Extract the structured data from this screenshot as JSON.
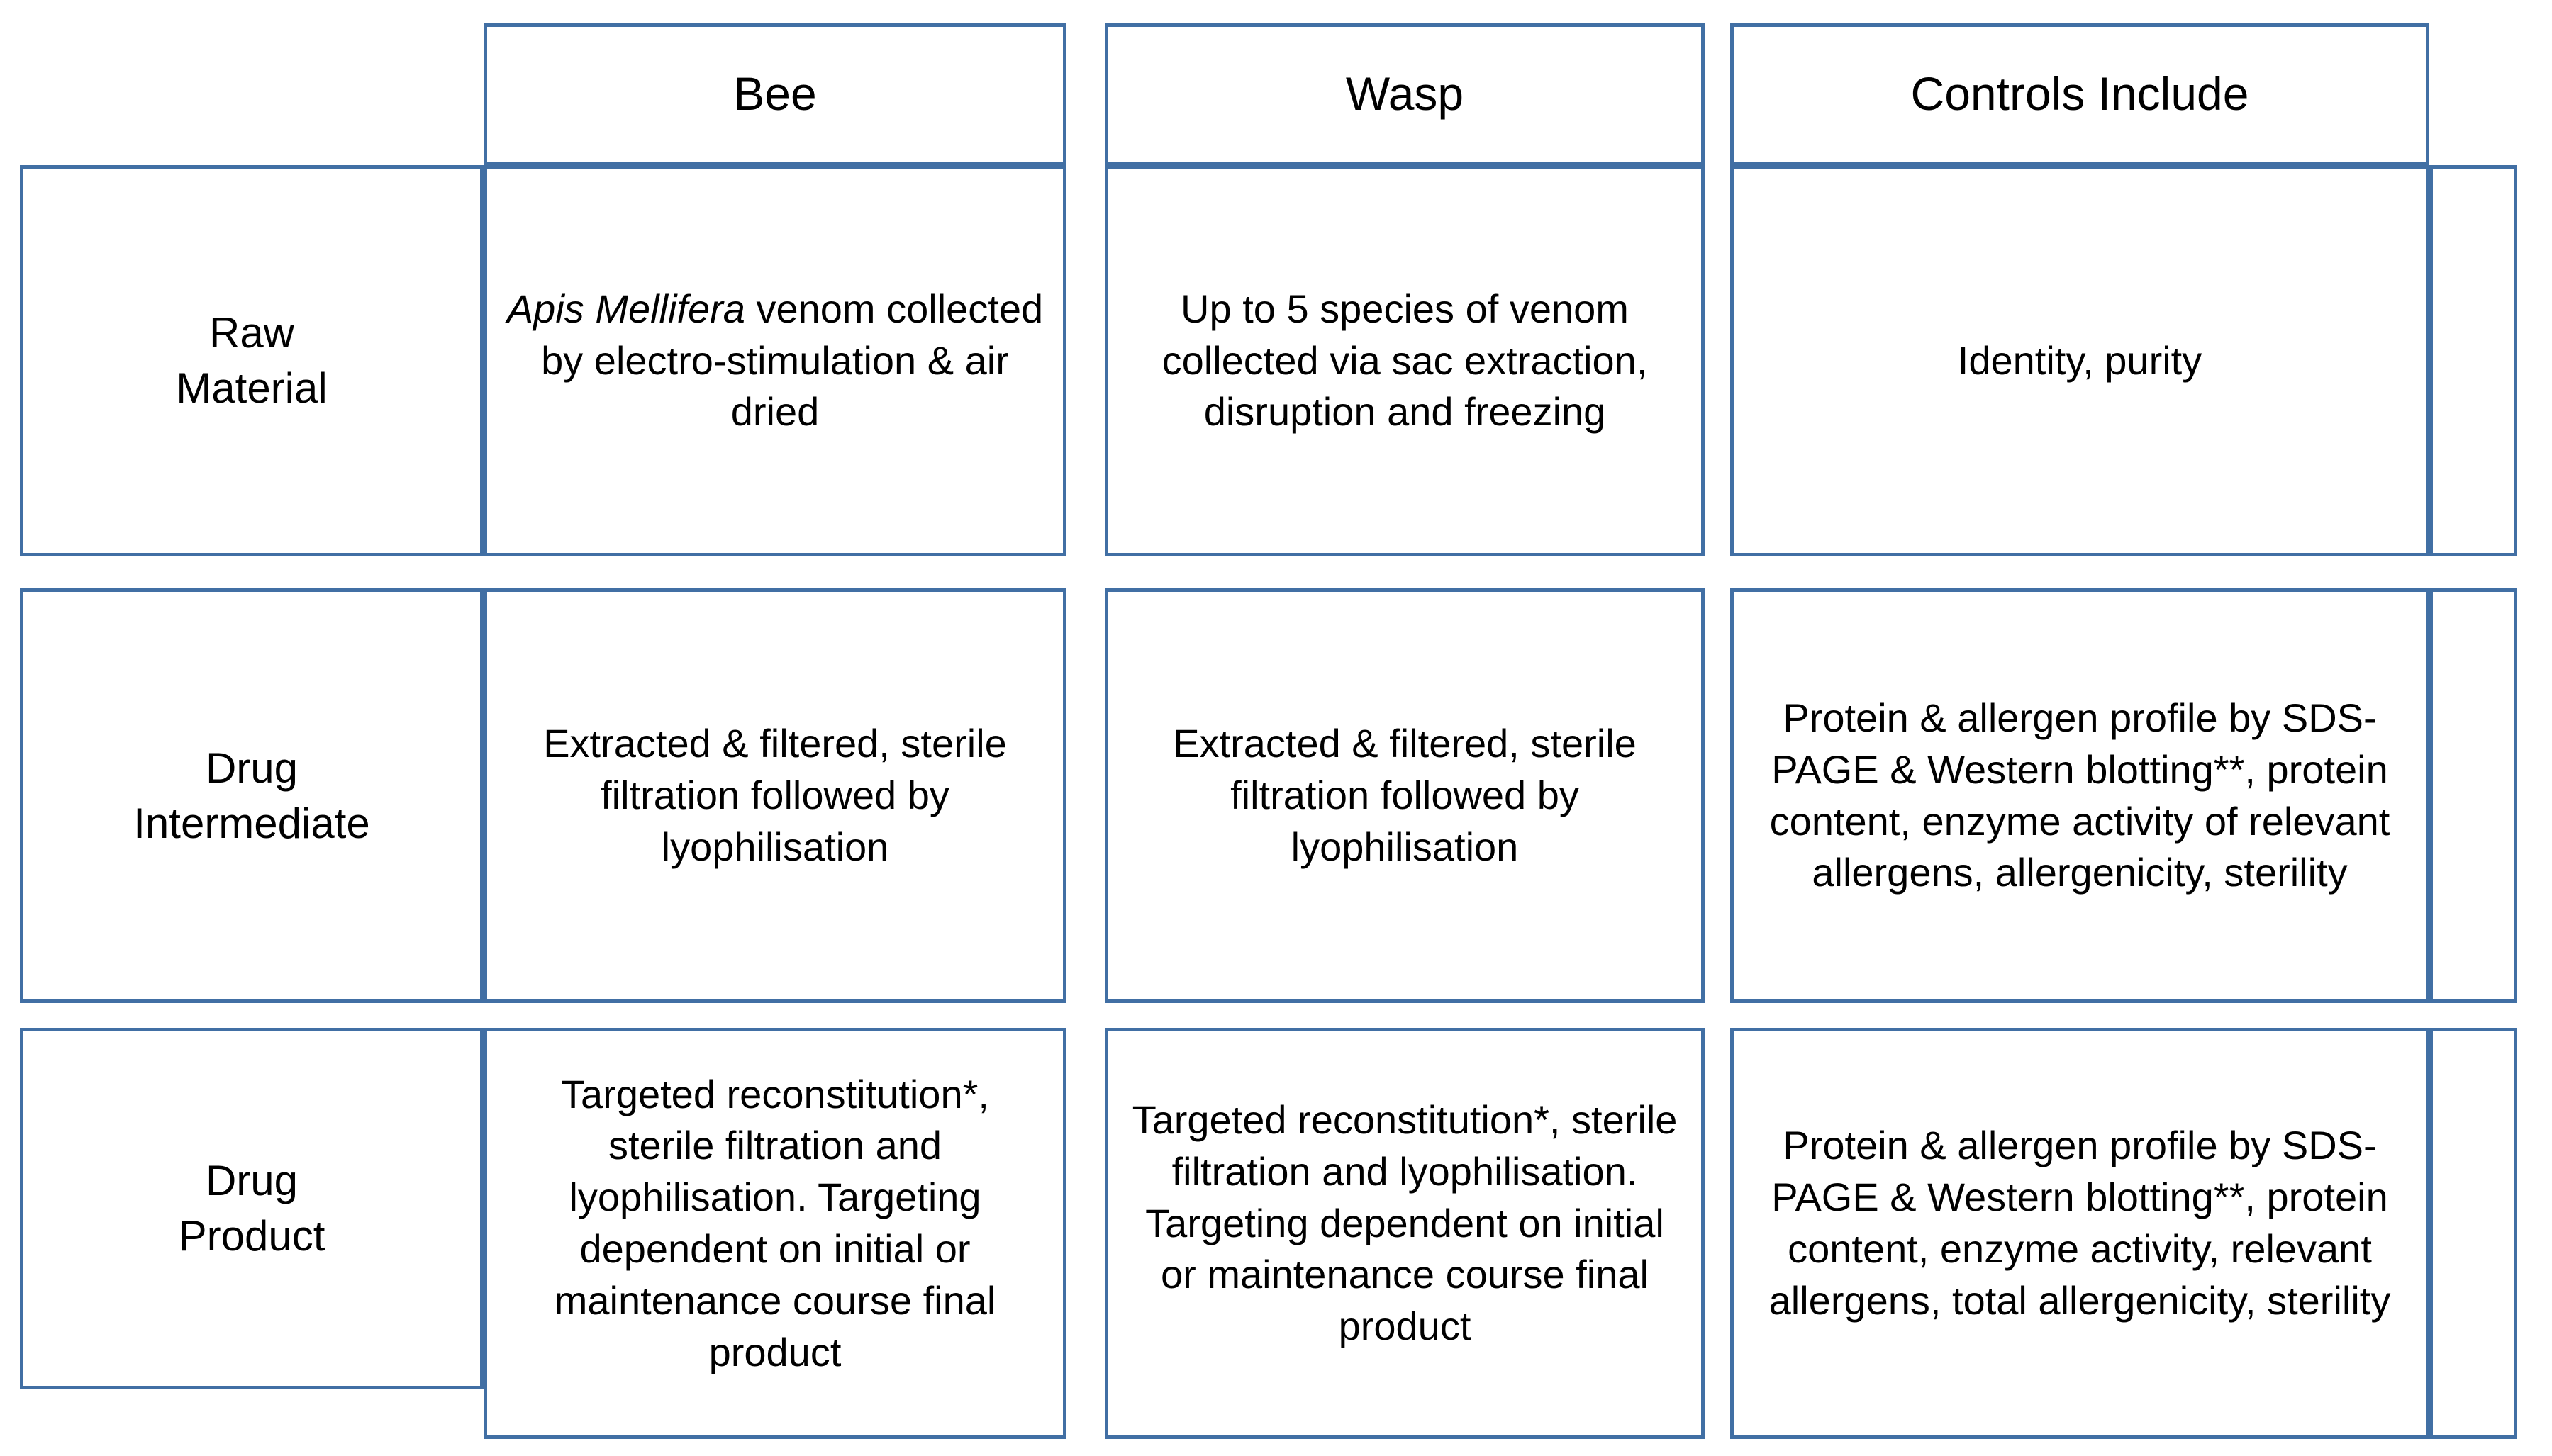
{
  "table": {
    "border_color": "#416fa4",
    "background_color": "#ffffff",
    "text_color": "#000000",
    "columns": [
      {
        "key": "stage",
        "label": ""
      },
      {
        "key": "bee",
        "label": "Bee"
      },
      {
        "key": "wasp",
        "label": "Wasp"
      },
      {
        "key": "controls",
        "label": "Controls Include"
      },
      {
        "key": "extra",
        "label": ""
      }
    ],
    "rows": [
      {
        "label": "Raw\nMaterial",
        "bee_italic_prefix": "Apis Mellifera",
        "bee": " venom collected by electro-stimulation & air dried",
        "wasp": "Up to 5 species of venom collected via sac extraction, disruption and freezing",
        "controls": "Identity, purity",
        "extra": ""
      },
      {
        "label": "Drug\nIntermediate",
        "bee_italic_prefix": "",
        "bee": "Extracted & filtered, sterile filtration followed by lyophilisation",
        "wasp": "Extracted & filtered, sterile filtration followed by lyophilisation",
        "controls": "Protein & allergen profile by SDS-PAGE & Western blotting**, protein content, enzyme activity of relevant allergens, allergenicity, sterility",
        "extra": ""
      },
      {
        "label": "Drug\nProduct",
        "bee_italic_prefix": "",
        "bee": "Targeted reconstitution*, sterile filtration and lyophilisation. Targeting dependent on initial or maintenance course final product",
        "wasp": "Targeted reconstitution*, sterile filtration and lyophilisation. Targeting dependent on initial or maintenance course final product",
        "controls": "Protein & allergen profile by SDS-PAGE & Western blotting**, protein content, enzyme activity, relevant allergens, total allergenicity, sterility",
        "extra": ""
      }
    ]
  }
}
